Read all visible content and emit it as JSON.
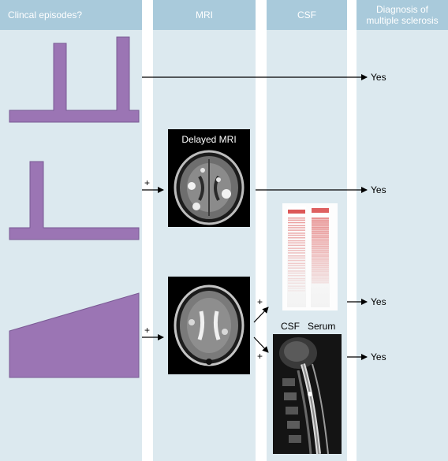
{
  "headers": {
    "clinical": "Clincal episodes?",
    "mri": "MRI",
    "csf": "CSF",
    "diagnosis_line1": "Diagnosis of",
    "diagnosis_line2": "multiple sclerosis"
  },
  "delayed_mri_label": "Delayed MRI",
  "csf_lane_label": "CSF",
  "serum_lane_label": "Serum",
  "plus_symbol": "+",
  "outcomes": [
    "Yes",
    "Yes",
    "Yes",
    "Yes"
  ],
  "colors": {
    "column_bg": "#dce9ef",
    "header_bg": "#a9cadb",
    "episode_fill": "#9b75b4",
    "band_color": "#d63a3a"
  }
}
